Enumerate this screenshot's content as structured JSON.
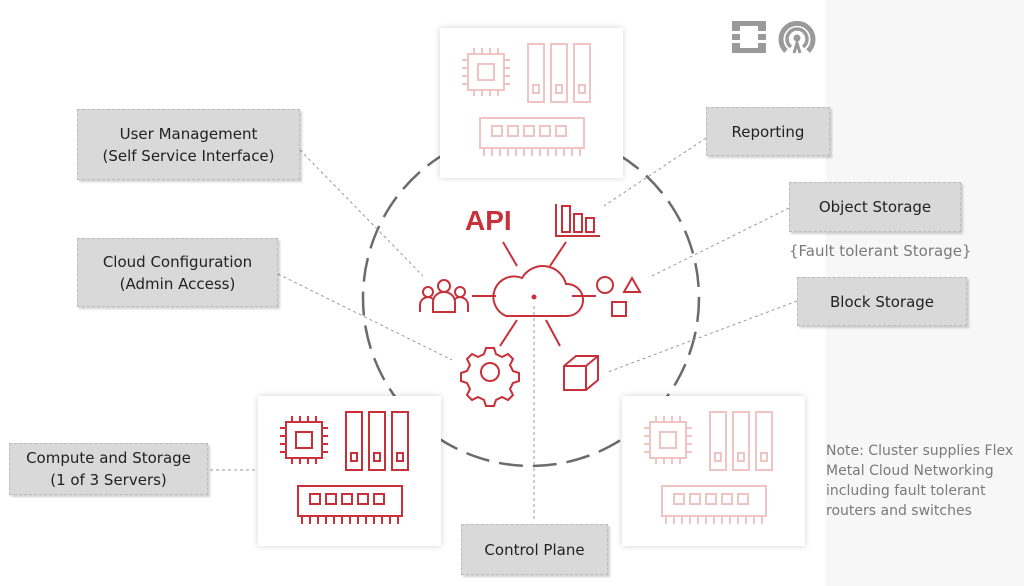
{
  "labels": {
    "user_management": {
      "line1": "User Management",
      "line2": "(Self Service Interface)"
    },
    "cloud_configuration": {
      "line1": "Cloud Configuration",
      "line2": "(Admin Access)"
    },
    "compute_storage": {
      "line1": "Compute and Storage",
      "line2": "(1 of 3 Servers)"
    },
    "reporting": "Reporting",
    "object_storage": "Object Storage",
    "fault_tolerant": "{Fault tolerant Storage}",
    "block_storage": "Block Storage",
    "control_plane": "Control Plane"
  },
  "center": {
    "api_label": "API"
  },
  "note": {
    "line1": "Note: Cluster supplies Flex",
    "line2": "Metal Cloud Networking",
    "line3": "including fault tolerant",
    "line4": "routers and switches"
  },
  "icons": [
    "users-icon",
    "gear-icon",
    "cloud-icon",
    "bar-chart-icon",
    "shapes-icon",
    "cube-icon",
    "cpu-icon",
    "storage-drive-icon",
    "memory-module-icon",
    "openstack-logo-icon",
    "ceph-logo-icon"
  ],
  "colors": {
    "accent": "#c8313a",
    "faded": "#f0c4c5",
    "box": "#d9d9d9",
    "dashed_line": "#9a9a9a"
  }
}
